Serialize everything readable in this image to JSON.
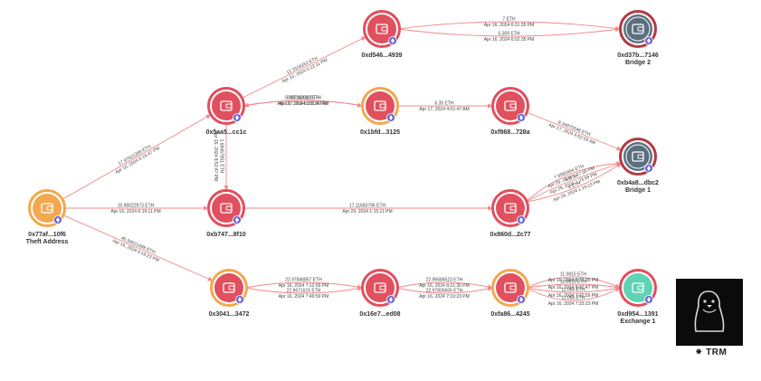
{
  "colors": {
    "theft": "#f2a84f",
    "wallet": "#e0505e",
    "bridge": "#5c6f7f",
    "exchange": "#5fd3b4",
    "edge": "#f08a8a",
    "eth_badge": "#6a63d8"
  },
  "nodes": [
    {
      "id": "theft",
      "label": "0x77af...10f6",
      "sublabel": "Theft Address",
      "kind": "theft"
    },
    {
      "id": "n5aa",
      "label": "0x5aa5...cc1c",
      "kind": "wallet"
    },
    {
      "id": "nb747",
      "label": "0xb747...8f10",
      "kind": "wallet"
    },
    {
      "id": "n3041",
      "label": "0x3041...3472",
      "kind": "wallet"
    },
    {
      "id": "nd546",
      "label": "0xd546...4939",
      "kind": "wallet"
    },
    {
      "id": "n1bfd",
      "label": "0x1bfd...3125",
      "kind": "wallet"
    },
    {
      "id": "nf868",
      "label": "0xf868...728a",
      "kind": "wallet"
    },
    {
      "id": "n860d",
      "label": "0x860d...2c77",
      "kind": "wallet"
    },
    {
      "id": "n16e7",
      "label": "0x16e7...ed08",
      "kind": "wallet"
    },
    {
      "id": "nfa86",
      "label": "0xfa86...4245",
      "kind": "wallet"
    },
    {
      "id": "bridge2",
      "label": "0xd37b...7146",
      "sublabel": "Bridge 2",
      "kind": "bridge"
    },
    {
      "id": "bridge1",
      "label": "0xb4a8...dbc2",
      "sublabel": "Bridge 1",
      "kind": "bridge"
    },
    {
      "id": "exchange1",
      "label": "0xd954...1391",
      "sublabel": "Exchange 1",
      "kind": "exchange"
    }
  ],
  "edges": [
    {
      "from": "theft",
      "to": "n5aa",
      "amount": "17.97811268 ETH",
      "date": "Apr 16, 2024 6:16:47 PM"
    },
    {
      "from": "theft",
      "to": "nb747",
      "amount": "15.98022973 ETH",
      "date": "Apr 16, 2024 6:19:11 PM"
    },
    {
      "from": "theft",
      "to": "n3041",
      "amount": "45.94621099 ETH",
      "date": "Apr 16, 2024 6:16:23 PM"
    },
    {
      "from": "n5aa",
      "to": "nd546",
      "amount": "12.3104162 ETH",
      "date": "Apr 16, 2024 6:22:11 PM"
    },
    {
      "from": "n5aa",
      "to": "n1bfd",
      "amount": "5.98214322 ETH",
      "date": "Apr 16, 2024 6:20:35 PM"
    },
    {
      "from": "n1bfd",
      "to": "n5aa",
      "amount": "0.07762042 ETH",
      "date": "Apr 17, 2024 3:11:47 AM"
    },
    {
      "from": "n5aa",
      "to": "nb747",
      "amount": "1.68467851 ETH",
      "date": "Apr 16, 2024 8:53:47 PM"
    },
    {
      "from": "nd546",
      "to": "bridge2",
      "amount": "7 ETH",
      "date": "Apr 16, 2024 6:31:35 PM"
    },
    {
      "from": "nd546",
      "to": "bridge2",
      "amount": "5.309 ETH",
      "date": "Apr 16, 2024 6:52:35 PM"
    },
    {
      "from": "n1bfd",
      "to": "nf868",
      "amount": "6.35 ETH",
      "date": "Apr 17, 2024 4:01:47 AM"
    },
    {
      "from": "nf868",
      "to": "bridge1",
      "amount": "6.34875548 ETH",
      "date": "Apr 17, 2024 4:02:59 AM"
    },
    {
      "from": "nb747",
      "to": "n860d",
      "amount": "17.11683796 ETH",
      "date": "Apr 29, 2024 1:15:11 PM"
    },
    {
      "from": "n860d",
      "to": "bridge1",
      "amount": "7.9580494 ETH",
      "date": "Apr 29, 2024 1:27:35 PM"
    },
    {
      "from": "n860d",
      "to": "bridge1",
      "amount": "5 ETH",
      "date": "Apr 29, 2024 1:23:59 PM"
    },
    {
      "from": "n860d",
      "to": "bridge1",
      "amount": "4 ETH",
      "date": "Apr 29, 2024 1:19:23 PM"
    },
    {
      "from": "n3041",
      "to": "n16e7",
      "amount": "22.97846857 ETH",
      "date": "Apr 16, 2024 7:12:59 PM"
    },
    {
      "from": "n3041",
      "to": "n16e7",
      "amount": "22.9671615 ETH",
      "date": "Apr 16, 2024 7:49:59 PM"
    },
    {
      "from": "n16e7",
      "to": "nfa86",
      "amount": "22.96684523 ETH",
      "date": "Apr 16, 2024 8:21:35 PM"
    },
    {
      "from": "n16e7",
      "to": "nfa86",
      "amount": "22.97805606 ETH",
      "date": "Apr 16, 2024 7:19:23 PM"
    },
    {
      "from": "nfa86",
      "to": "exchange1",
      "amount": "11.0815 ETH",
      "date": "Apr 16, 2024 8:22:35 PM"
    },
    {
      "from": "nfa86",
      "to": "exchange1",
      "amount": "11.0815 ETH",
      "date": "Apr 16, 2024 8:32:47 PM"
    },
    {
      "from": "nfa86",
      "to": "exchange1",
      "amount": "11.086 ETH",
      "date": "Apr 16, 2024 7:22:59 PM"
    },
    {
      "from": "nfa86",
      "to": "exchange1",
      "amount": "11.086 ETH",
      "date": "Apr 16, 2024 7:33:23 PM"
    }
  ],
  "brand": {
    "name": "TRM",
    "symbol": "⁕",
    "logo_icon": "penguin-logo-icon"
  }
}
